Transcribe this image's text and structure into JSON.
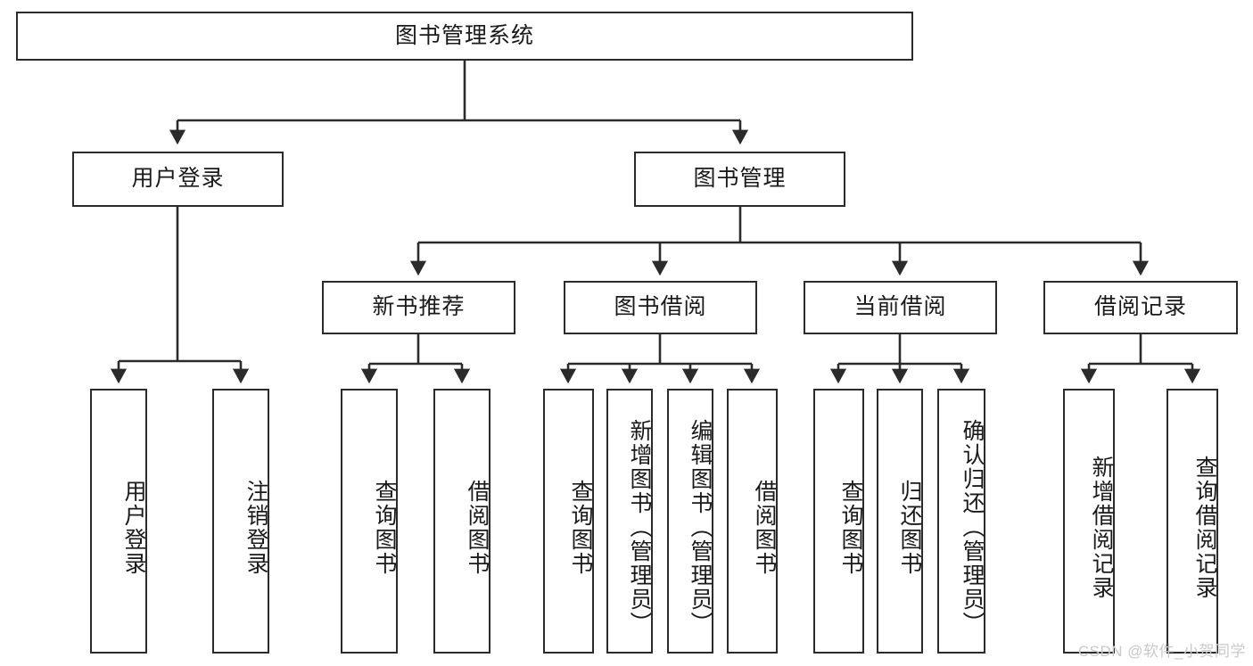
{
  "diagram": {
    "title": "图书管理系统",
    "style": {
      "box_stroke": "#2b2b2b",
      "box_fill": "#ffffff",
      "edge_color": "#2b2b2b",
      "text_color": "#1a1a1a",
      "background": "#ffffff",
      "watermark_color": "#c9c9c9"
    },
    "root": {
      "label": "图书管理系统"
    },
    "level2": [
      {
        "label": "用户登录"
      },
      {
        "label": "图书管理"
      }
    ],
    "level3": [
      {
        "label": "新书推荐"
      },
      {
        "label": "图书借阅"
      },
      {
        "label": "当前借阅"
      },
      {
        "label": "借阅记录"
      }
    ],
    "leaves": [
      {
        "label": "用户登录",
        "parent": "用户登录"
      },
      {
        "label": "注销登录",
        "parent": "用户登录"
      },
      {
        "label": "查询图书",
        "parent": "新书推荐"
      },
      {
        "label": "借阅图书",
        "parent": "新书推荐"
      },
      {
        "label": "查询图书",
        "parent": "图书借阅"
      },
      {
        "label": "新增图书（管理员）",
        "parent": "图书借阅"
      },
      {
        "label": "编辑图书（管理员）",
        "parent": "图书借阅"
      },
      {
        "label": "借阅图书",
        "parent": "图书借阅"
      },
      {
        "label": "查询图书",
        "parent": "当前借阅"
      },
      {
        "label": "归还图书",
        "parent": "当前借阅"
      },
      {
        "label": "确认归还（管理员）",
        "parent": "当前借阅"
      },
      {
        "label": "新增借阅记录",
        "parent": "借阅记录"
      },
      {
        "label": "查询借阅记录",
        "parent": "借阅记录"
      }
    ]
  },
  "watermark": {
    "text": "CSDN @软件_小贺同学"
  }
}
